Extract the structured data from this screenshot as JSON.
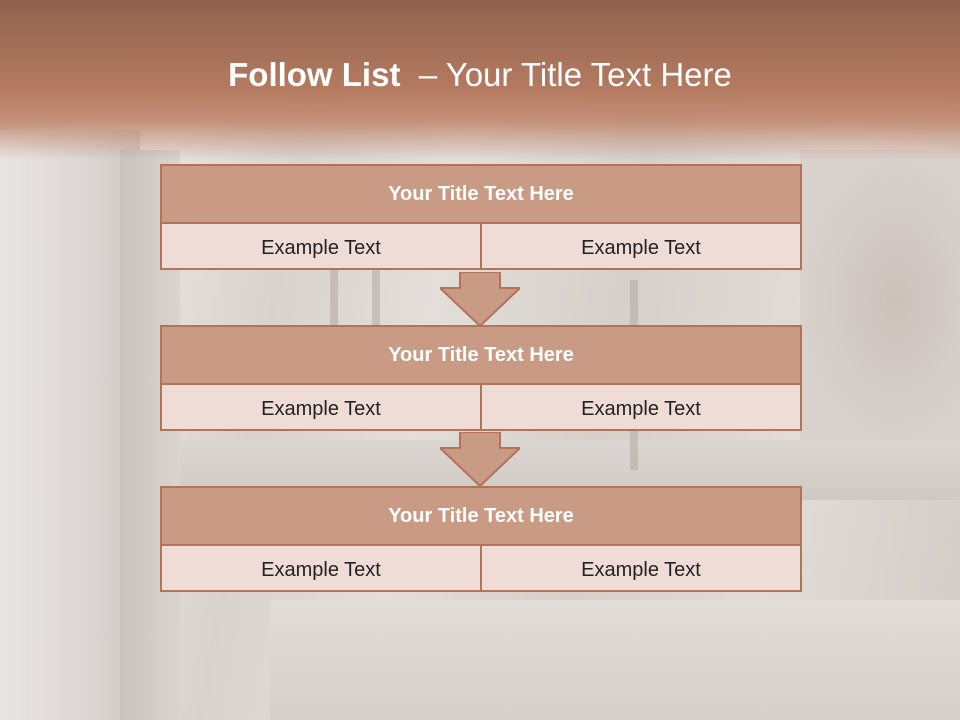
{
  "title": {
    "bold": "Follow List",
    "rest": "  – Your Title Text Here"
  },
  "blocks": [
    {
      "heading": "Your Title Text Here",
      "cells": [
        "Example Text",
        "Example Text"
      ]
    },
    {
      "heading": "Your Title Text Here",
      "cells": [
        "Example Text",
        "Example Text"
      ]
    },
    {
      "heading": "Your Title Text Here",
      "cells": [
        "Example Text",
        "Example Text"
      ]
    }
  ],
  "colors": {
    "header_fill": "#c99a84",
    "border": "#b47359",
    "cell_fill": "#efdcd7",
    "band": "#a06d56"
  }
}
